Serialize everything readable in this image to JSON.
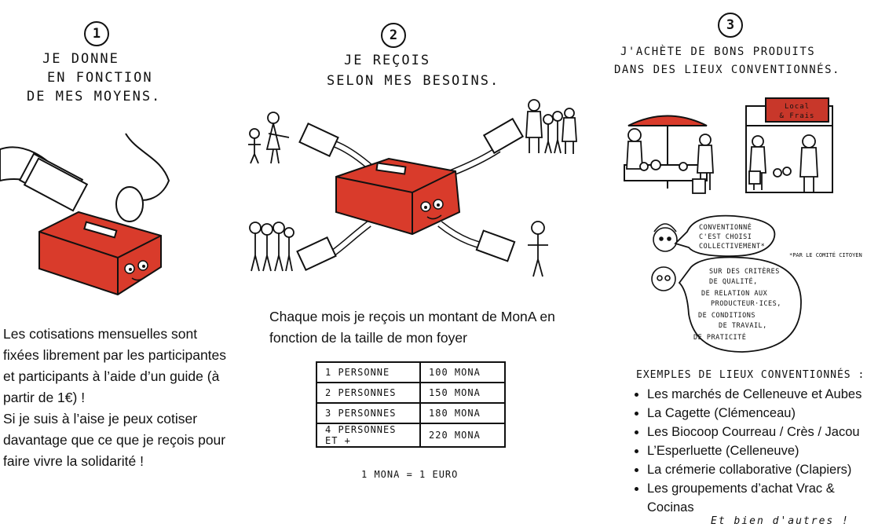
{
  "colors": {
    "box_red": "#d93b2b",
    "sign_red": "#c8372a",
    "ink": "#111111"
  },
  "step1": {
    "number": "1",
    "heading_lines": [
      "je donne",
      "en fonction",
      "de mes moyens."
    ],
    "body_paragraph1": "Les cotisations mensuelles sont fixées librement par les participantes et participants à l’aide d’un guide (à partir de 1€) !",
    "body_paragraph2": "Si je suis à l’aise je peux cotiser davantage que ce que je reçois pour faire vivre la solidarité !"
  },
  "step2": {
    "number": "2",
    "heading_lines": [
      "je reçois",
      "selon mes besoins."
    ],
    "body": "Chaque mois je reçois un montant de MonA en fonction de la taille de mon foyer",
    "table": [
      [
        "1 personne",
        "100 MonA"
      ],
      [
        "2 personnes",
        "150 MonA"
      ],
      [
        "3 personnes",
        "180 MonA"
      ],
      [
        "4 personnes et +",
        "220 MonA"
      ]
    ],
    "conversion": "1 MonA = 1 Euro"
  },
  "step3": {
    "number": "3",
    "heading_lines": [
      "j'achète de bons produits",
      "dans des lieux conventionnés."
    ],
    "sign_lines": [
      "Local",
      "& Frais"
    ],
    "bubble1_lines": [
      "conventionné",
      "c'est choisi",
      "collectivement*"
    ],
    "footnote": "*par le comité citoyen",
    "bubble2_lines": [
      "sur des critères",
      "de qualité,",
      "de relation aux",
      "producteur·ices,",
      "de conditions",
      "de travail,",
      "de praticité"
    ],
    "examples_title": "Exemples de lieux conventionnés :",
    "examples": [
      "Les marchés de Celleneuve et Aubes",
      "La Cagette (Clémenceau)",
      "Les Biocoop Courreau / Crès / Jacou",
      "L’Esperluette (Celleneuve)",
      "La crémerie collaborative (Clapiers)",
      "Les groupements d’achat Vrac & Cocinas"
    ],
    "closing": "Et bien d'autres !"
  }
}
